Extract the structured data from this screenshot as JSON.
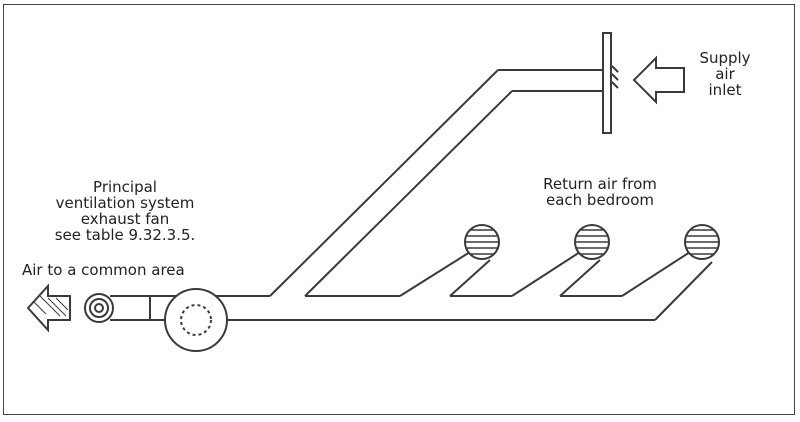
{
  "labels": {
    "supply_inlet": [
      "Supply",
      "air",
      "inlet"
    ],
    "return_air": [
      "Return air from",
      "each bedroom"
    ],
    "exhaust_fan": [
      "Principal",
      "ventilation system",
      "exhaust fan",
      "see table 9.32.3.5."
    ],
    "common_area": "Air to a common area"
  },
  "colors": {
    "line": "#3a3a3a",
    "background": "#ffffff",
    "text": "#222222"
  }
}
